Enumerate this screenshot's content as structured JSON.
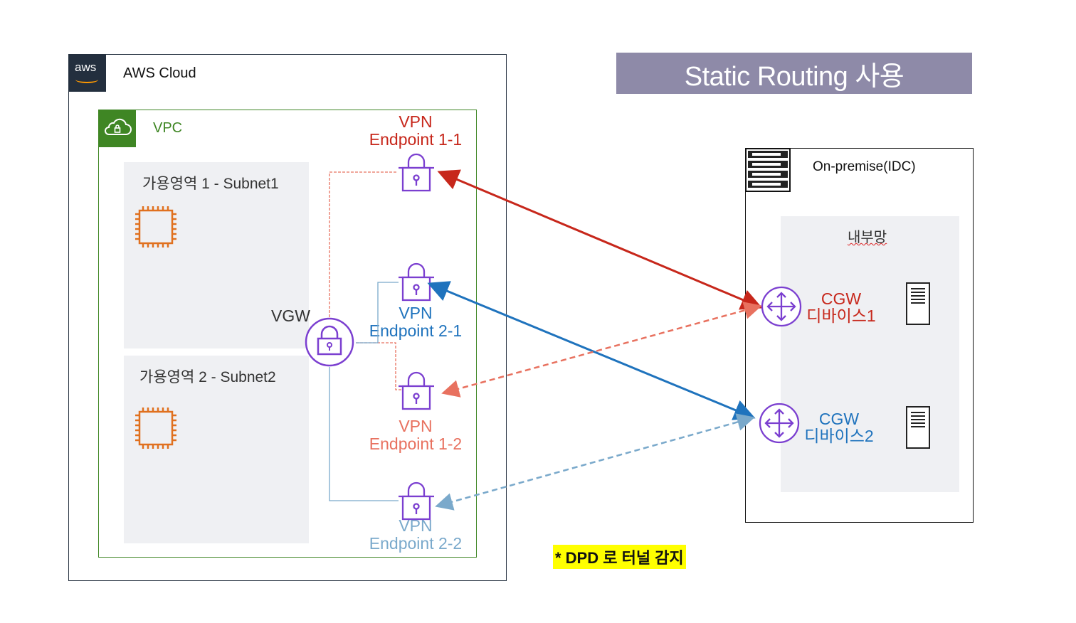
{
  "title": "Static Routing 사용",
  "aws_cloud": {
    "label": "AWS Cloud",
    "logo_text": "aws"
  },
  "vpc": {
    "label": "VPC"
  },
  "subnets": [
    {
      "label": "가용영역 1 - Subnet1"
    },
    {
      "label": "가용영역 2 - Subnet2"
    }
  ],
  "vgw": {
    "label": "VGW"
  },
  "endpoints": [
    {
      "line1": "VPN",
      "line2": "Endpoint 1-1",
      "color": "#c7271b"
    },
    {
      "line1": "VPN",
      "line2": "Endpoint 2-1",
      "color": "#1f73bd"
    },
    {
      "line1": "VPN",
      "line2": "Endpoint 1-2",
      "color": "#e8715f"
    },
    {
      "line1": "VPN",
      "line2": "Endpoint 2-2",
      "color": "#7aa9cb"
    }
  ],
  "onprem": {
    "label": "On-premise(IDC)",
    "internal_label": "내부망"
  },
  "cgw": [
    {
      "line1": "CGW",
      "line2": "디바이스1",
      "color": "#c7271b"
    },
    {
      "line1": "CGW",
      "line2": "디바이스2",
      "color": "#1f73bd"
    }
  ],
  "note": "* DPD 로 터널 감지",
  "colors": {
    "aws_dark": "#232f3e",
    "vpc_green": "#3f8624",
    "ec2_orange": "#e0701e",
    "vpn_purple": "#7b3fd0",
    "title_bg": "#8e8aa8"
  }
}
